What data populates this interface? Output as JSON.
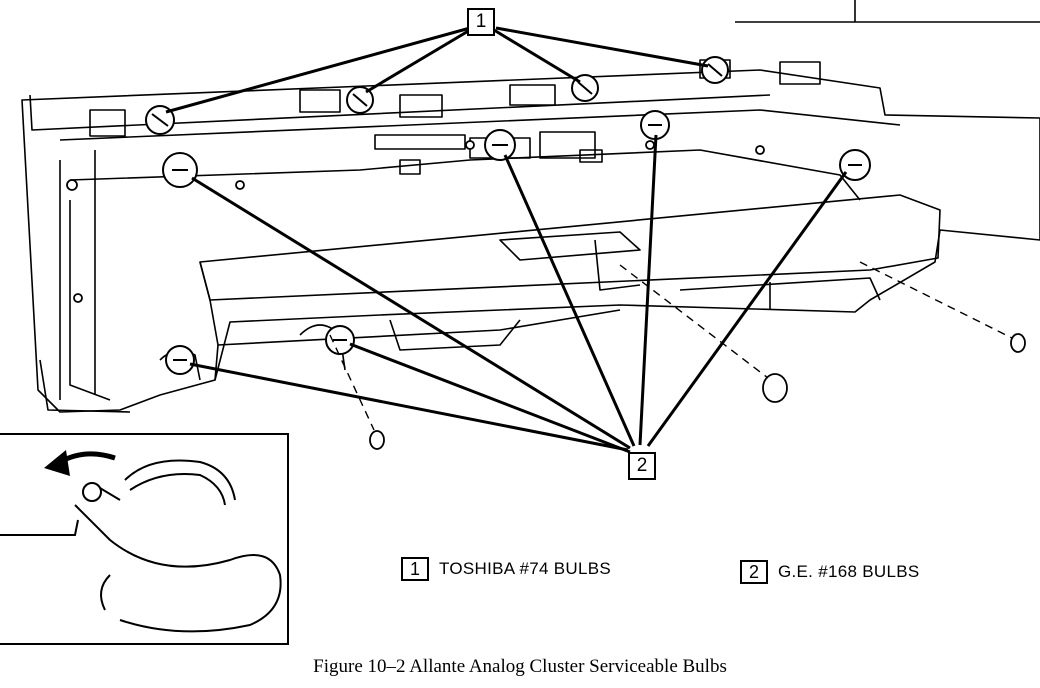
{
  "figure": {
    "caption": "Figure 10–2 Allante Analog Cluster Serviceable Bulbs"
  },
  "callouts": [
    {
      "id": "callout-1",
      "number": "1"
    },
    {
      "id": "callout-2",
      "number": "2"
    }
  ],
  "legend": [
    {
      "number": "1",
      "label": "TOSHIBA #74 BULBS"
    },
    {
      "number": "2",
      "label": "G.E. #168 BULBS"
    }
  ]
}
